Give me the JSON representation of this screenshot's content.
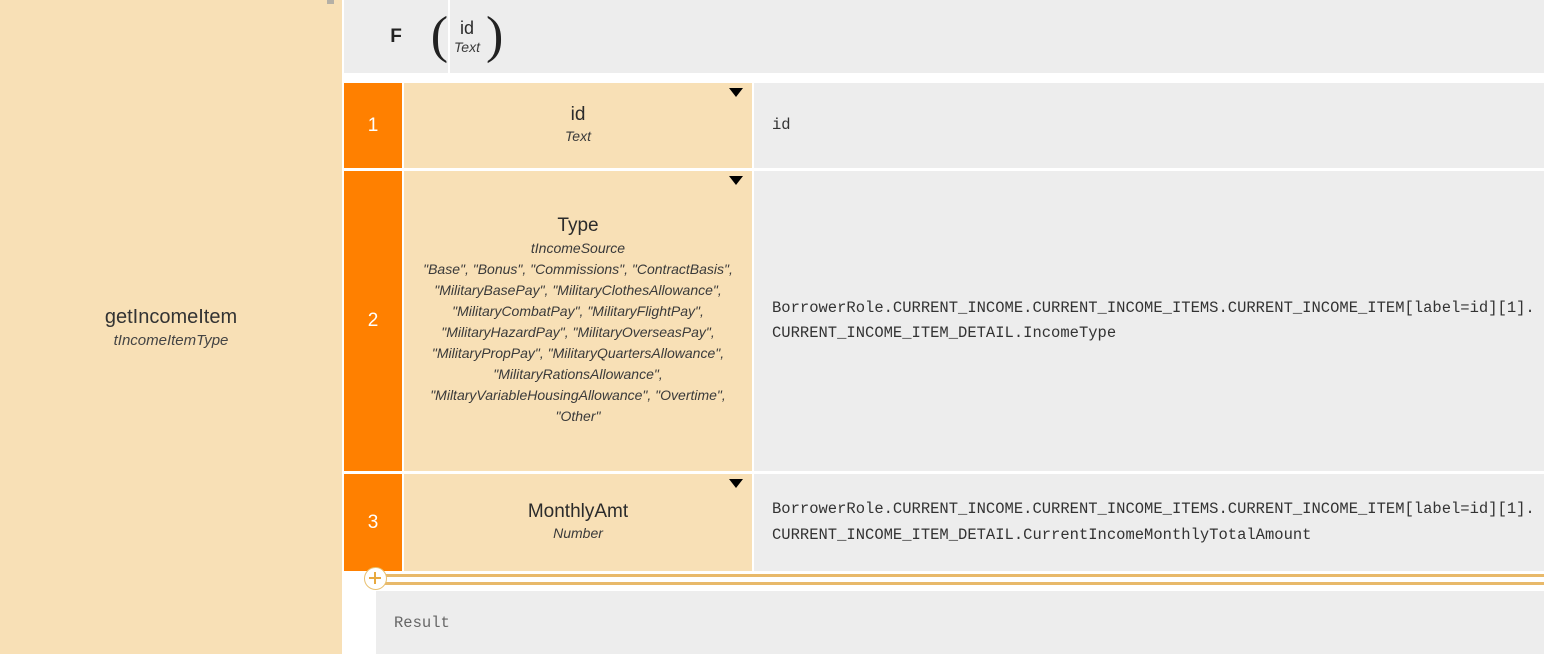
{
  "colors": {
    "accent_orange": "#FF8000",
    "panel_tan": "#F8E0B6",
    "code_grey": "#EDEDED",
    "separator_gold": "#E8B96A"
  },
  "function_panel": {
    "name": "getIncomeItem",
    "return_type": "tIncomeItemType"
  },
  "signature_header": {
    "f_label": "F",
    "param_name": "id",
    "param_type": "Text",
    "open_paren": "(",
    "close_paren": ")"
  },
  "parameters": [
    {
      "index": "1",
      "name": "id",
      "type": "Text",
      "enum_values": "",
      "mapping": "id"
    },
    {
      "index": "2",
      "name": "Type",
      "type": "tIncomeSource",
      "enum_values": "\"Base\", \"Bonus\", \"Commissions\", \"ContractBasis\", \"MilitaryBasePay\", \"MilitaryClothesAllowance\", \"MilitaryCombatPay\", \"MilitaryFlightPay\", \"MilitaryHazardPay\", \"MilitaryOverseasPay\", \"MilitaryPropPay\", \"MilitaryQuartersAllowance\", \"MilitaryRationsAllowance\", \"MiltaryVariableHousingAllowance\", \"Overtime\", \"Other\"",
      "mapping": "BorrowerRole.CURRENT_INCOME.CURRENT_INCOME_ITEMS.CURRENT_INCOME_ITEM[label=id][1].CURRENT_INCOME_ITEM_DETAIL.IncomeType"
    },
    {
      "index": "3",
      "name": "MonthlyAmt",
      "type": "Number",
      "enum_values": "",
      "mapping": "BorrowerRole.CURRENT_INCOME.CURRENT_INCOME_ITEMS.CURRENT_INCOME_ITEM[label=id][1].CURRENT_INCOME_ITEM_DETAIL.CurrentIncomeMonthlyTotalAmount"
    }
  ],
  "add_parameter": {
    "label": "+"
  },
  "result": {
    "label": "Result"
  }
}
